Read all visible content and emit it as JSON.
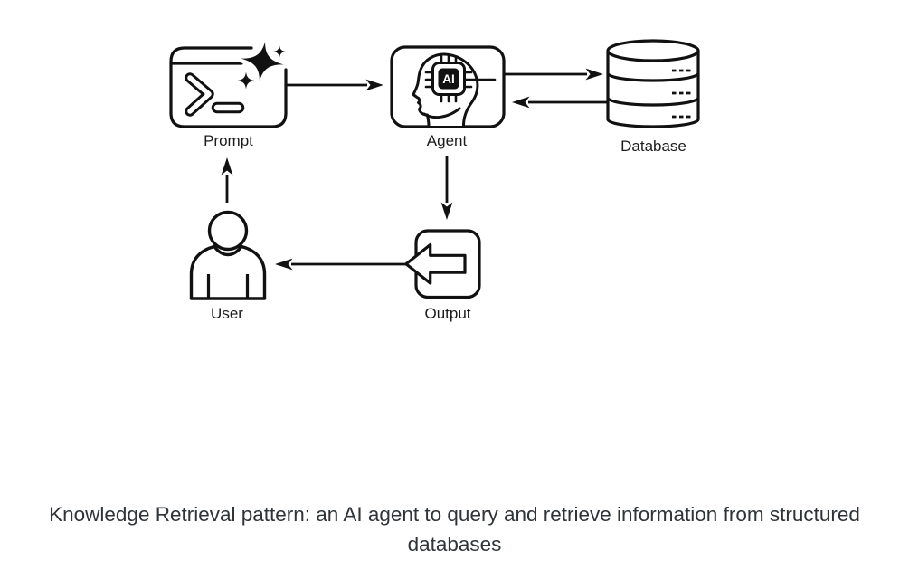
{
  "page": {
    "background_color": "#ffffff"
  },
  "diagram": {
    "stroke_color": "#111111",
    "chip_label": "AI",
    "nodes": [
      {
        "id": "prompt",
        "label": "Prompt",
        "icon": "terminal-sparkle-icon"
      },
      {
        "id": "agent",
        "label": "Agent",
        "icon": "head-ai-chip-icon"
      },
      {
        "id": "database",
        "label": "Database",
        "icon": "database-cylinder-icon"
      },
      {
        "id": "user",
        "label": "User",
        "icon": "person-icon"
      },
      {
        "id": "output",
        "label": "Output",
        "icon": "arrow-left-box-icon"
      }
    ],
    "edges": [
      {
        "from": "prompt",
        "to": "agent",
        "direction": "right"
      },
      {
        "from": "agent",
        "to": "database",
        "direction": "right"
      },
      {
        "from": "database",
        "to": "agent",
        "direction": "left"
      },
      {
        "from": "agent",
        "to": "output",
        "direction": "down"
      },
      {
        "from": "output",
        "to": "user",
        "direction": "left"
      },
      {
        "from": "user",
        "to": "prompt",
        "direction": "up"
      }
    ]
  },
  "caption": {
    "text": "Knowledge Retrieval pattern: an AI agent to query and retrieve information from structured databases",
    "color": "#2f3438"
  }
}
